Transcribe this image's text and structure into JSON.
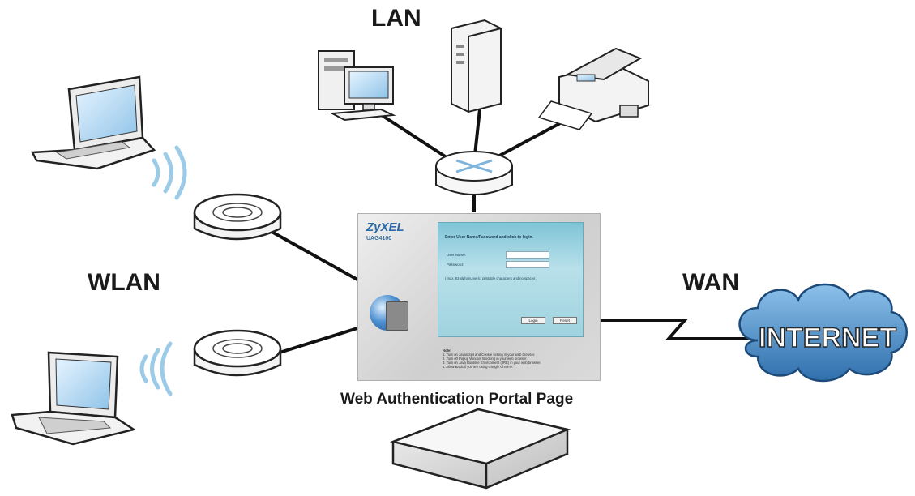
{
  "labels": {
    "lan": "LAN",
    "wlan": "WLAN",
    "wan": "WAN",
    "internet": "INTERNET",
    "portal_caption": "Web Authentication Portal Page"
  },
  "portal": {
    "brand": "ZyXEL",
    "model": "UAG4100",
    "prompt": "Enter User Name/Password and click to login.",
    "username_label": "User Name:",
    "password_label": "Password:",
    "hint": "( max. 63 alphanumeric, printable characters and no spaces )",
    "login_button": "Login",
    "reset_button": "Reset",
    "note_title": "Note:",
    "notes": [
      "1. Turn on Javascript and Cookie setting in your web browser.",
      "2. Turn off Popup Window Blocking in your web browser.",
      "3. Turn on Java Runtime Environment (JRE) in your web browser.",
      "4. Allow Basic if you are using Google Chrome."
    ]
  },
  "colors": {
    "line": "#111111",
    "cloud_fill": "#4f8fc8",
    "wifi": "#9ccbe8",
    "router_outline": "#222222"
  },
  "icons": [
    "desktop-computer-icon",
    "server-tower-icon",
    "printer-icon",
    "switch-icon",
    "access-point-icon",
    "laptop-icon",
    "wifi-signal-icon",
    "internet-cloud-icon",
    "gateway-device-icon"
  ]
}
